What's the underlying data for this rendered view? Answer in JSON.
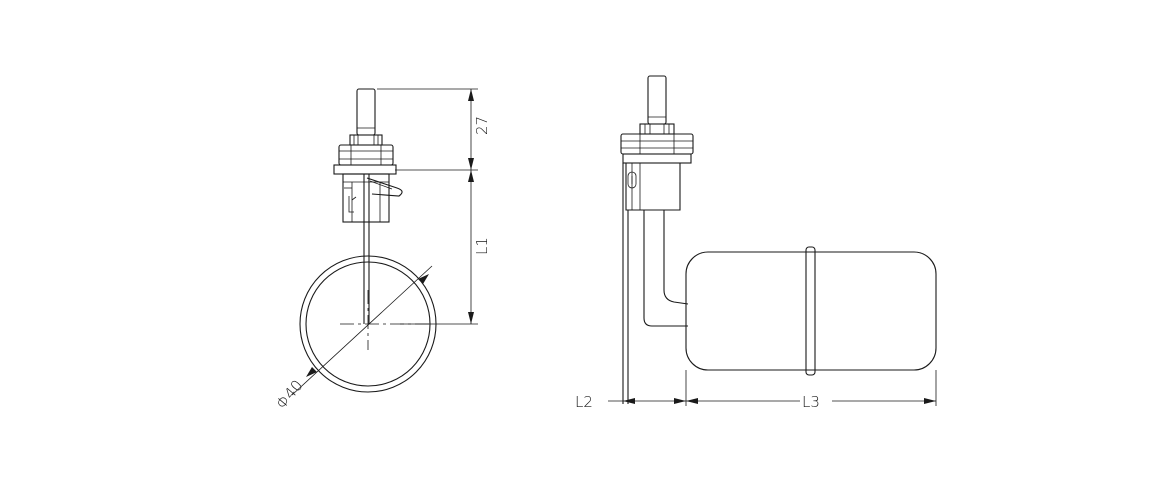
{
  "dimensions": {
    "top_height": "27",
    "l1": "L1",
    "diameter": "Φ40",
    "l2": "L2",
    "l3": "L3"
  },
  "colors": {
    "line": "#1a1a1a",
    "background": "#ffffff"
  }
}
